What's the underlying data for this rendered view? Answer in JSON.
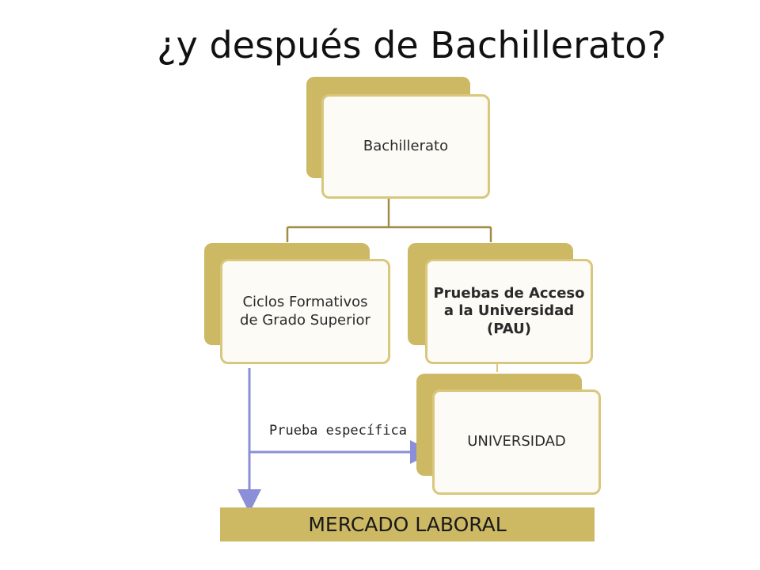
{
  "title": "¿y después de Bachillerato?",
  "nodes": {
    "bachillerato": "Bachillerato",
    "ciclos": "Ciclos Formativos\nde Grado Superior",
    "pau": "Pruebas de Acceso\na la Universidad\n(PAU)",
    "universidad": "UNIVERSIDAD"
  },
  "labels": {
    "prueba_especifica": "Prueba específica"
  },
  "footer_bar": "MERCADO LABORAL",
  "colors": {
    "gold": "#cdb863",
    "gold_border": "#d9c77e",
    "connector": "#a08c47",
    "arrow": "#8a8fd8"
  }
}
